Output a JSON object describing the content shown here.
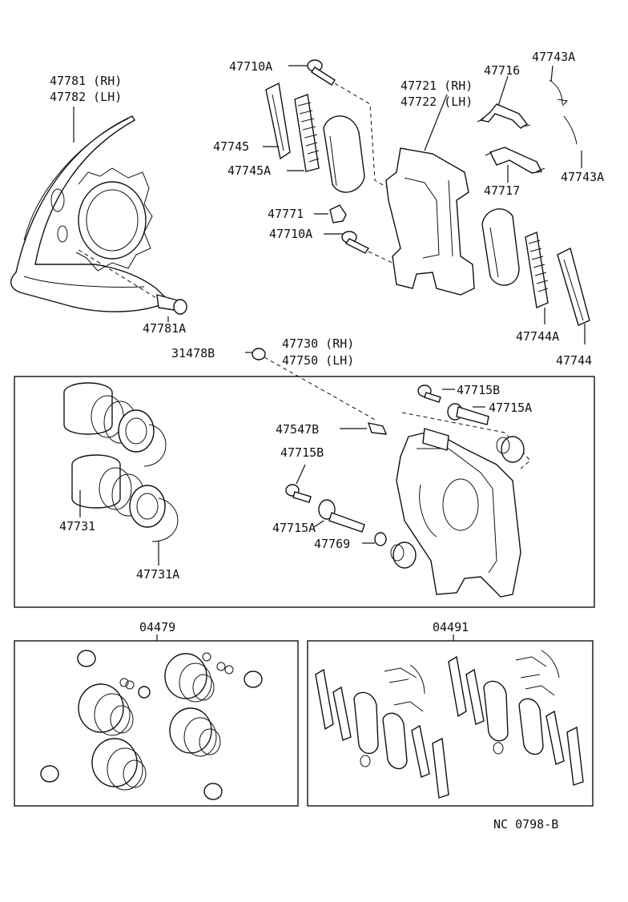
{
  "labels": {
    "p47781": "47781 (RH)",
    "p47782": "47782 (LH)",
    "p47781A": "47781A",
    "p47710A_top": "47710A",
    "p47745": "47745",
    "p47745A": "47745A",
    "p47771": "47771",
    "p47710A_mid": "47710A",
    "p47721": "47721 (RH)",
    "p47722": "47722 (LH)",
    "p47716": "47716",
    "p47743A_top": "47743A",
    "p47743A_bot": "47743A",
    "p47717": "47717",
    "p47744A": "47744A",
    "p47744": "47744",
    "p31478B": "31478B",
    "p47730": "47730 (RH)",
    "p47750": "47750 (LH)",
    "p47715B_top": "47715B",
    "p47715A_top": "47715A",
    "p47547B": "47547B",
    "p47715B_mid": "47715B",
    "p47715A_mid": "47715A",
    "p47769": "47769",
    "p47731": "47731",
    "p47731A": "47731A",
    "p04479": "04479",
    "p04491": "04491",
    "ref_code": "NC 0798-B"
  }
}
